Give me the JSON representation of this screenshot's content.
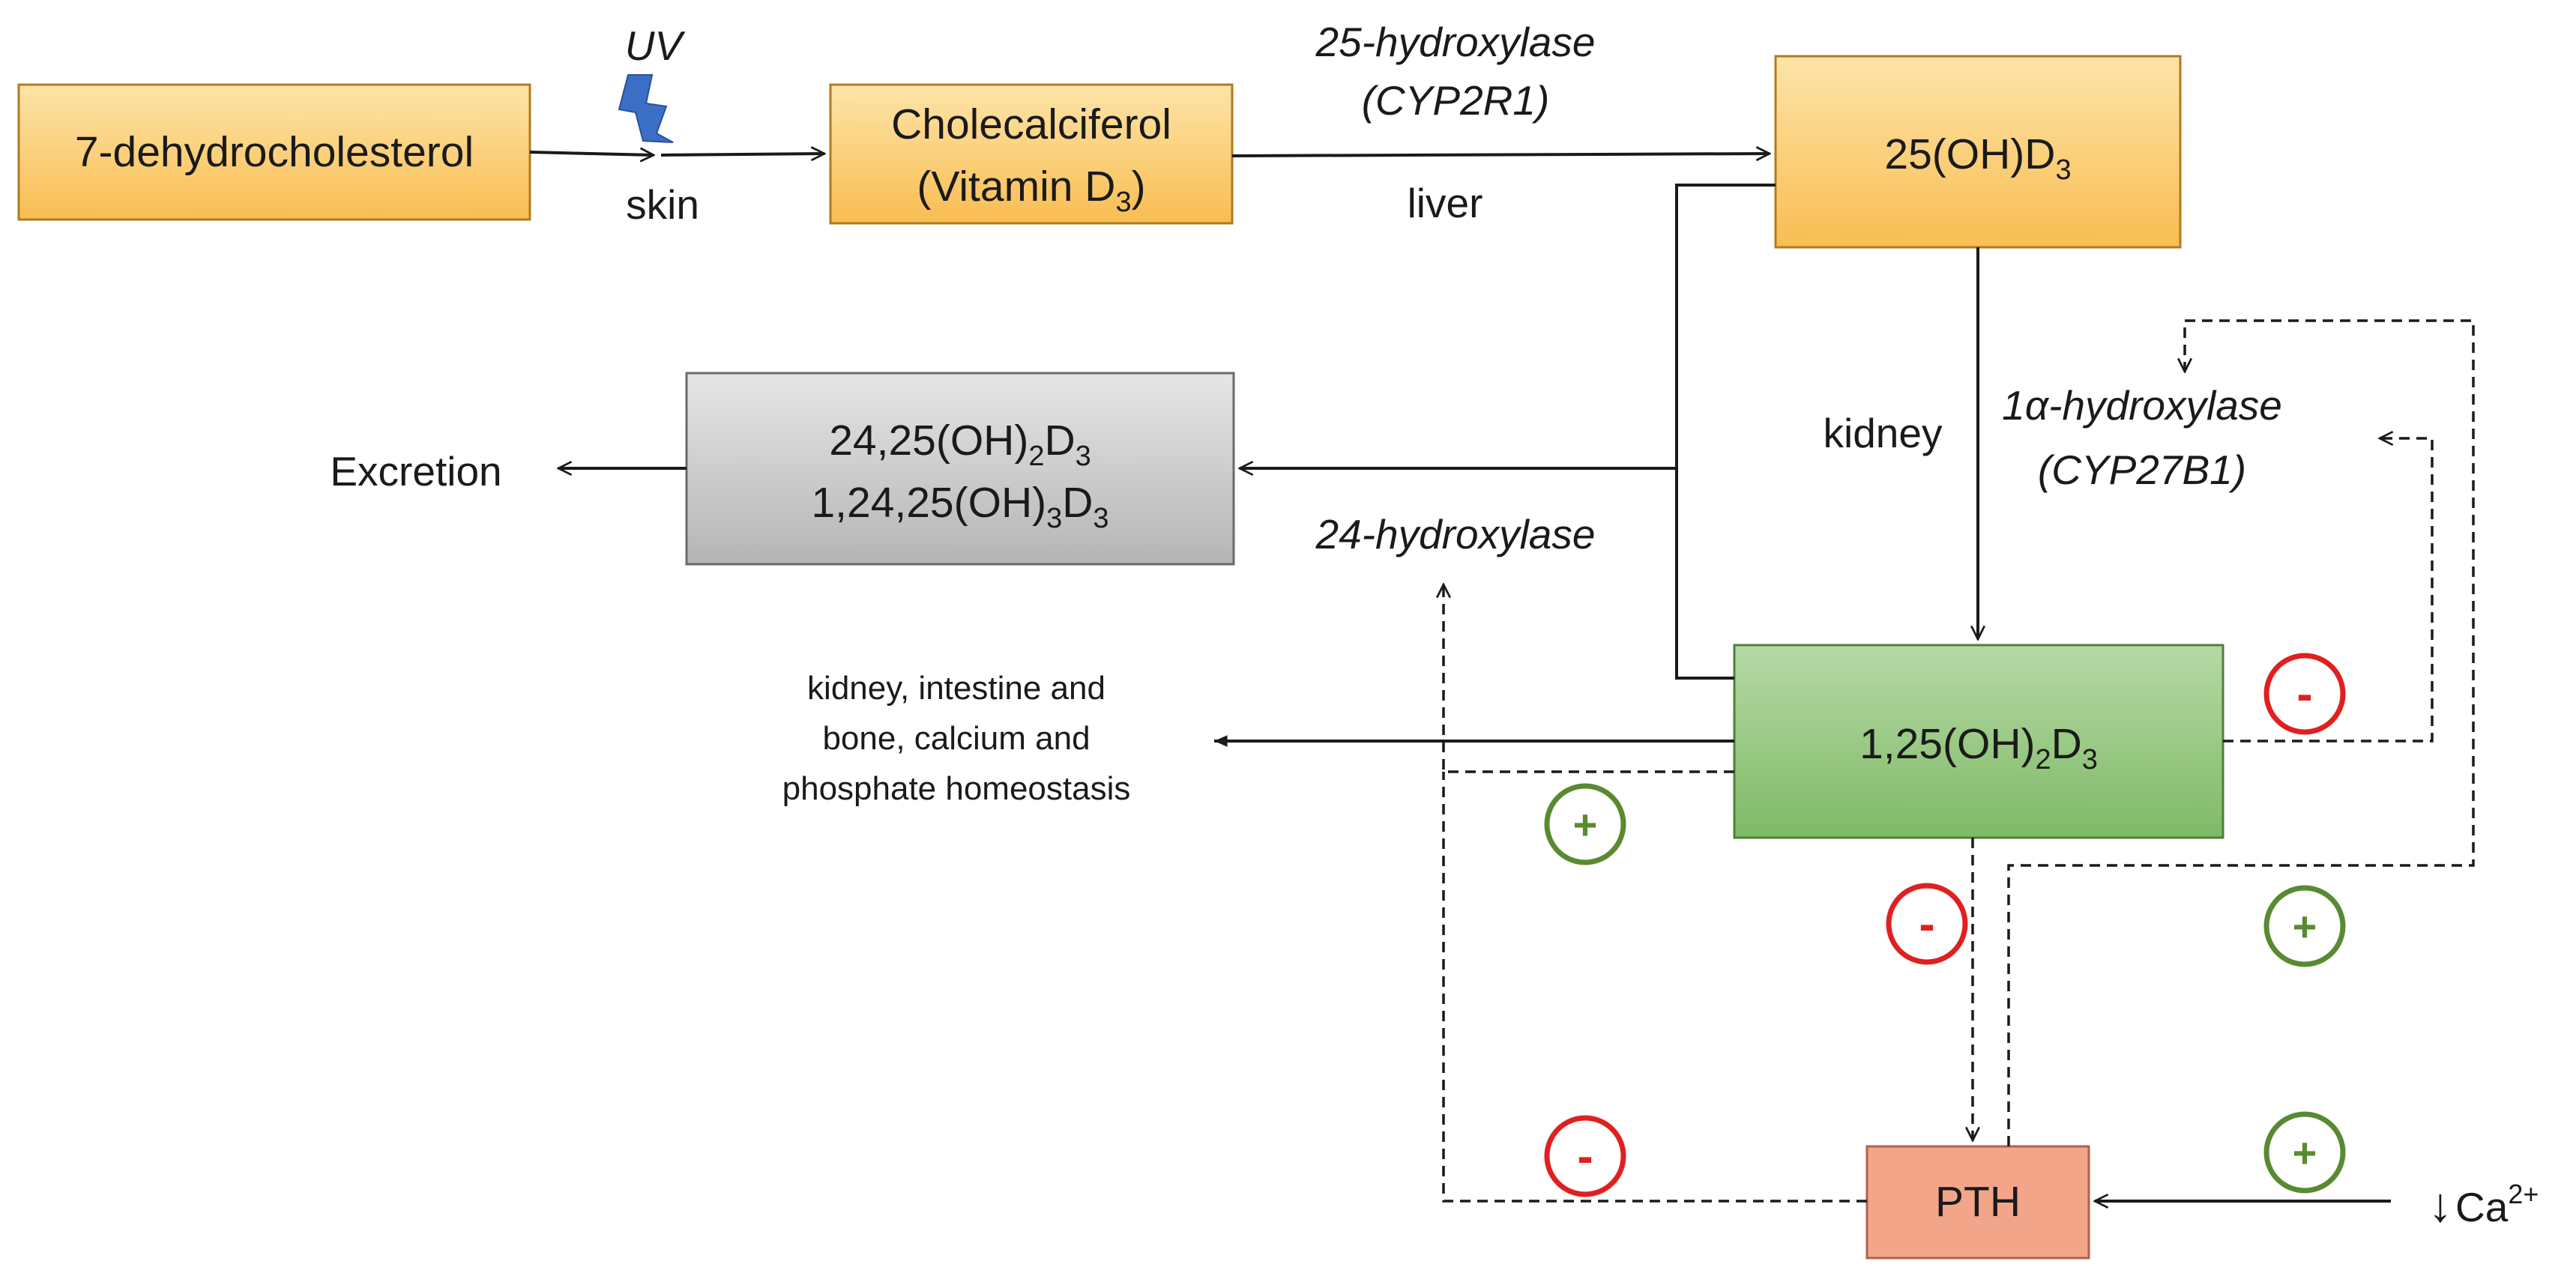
{
  "colors": {
    "orange_top": "#fde4a8",
    "orange_bottom": "#f9bd52",
    "orange_border": "#b07a1e",
    "gray_top": "#e6e6e6",
    "gray_bottom": "#b5b5b5",
    "green_top": "#b6d9a6",
    "green_bottom": "#7fba66",
    "pth_fill": "#f3a58a",
    "inhibit": "#e02020",
    "stimulate": "#5a8a30",
    "uv_bolt": "#3b6fc6"
  },
  "nodes": {
    "precursor": "7-dehydrocholesterol",
    "cholecalciferol_line1": "Cholecalciferol",
    "cholecalciferol_line2_prefix": "(Vitamin D",
    "cholecalciferol_line2_sub": "3",
    "cholecalciferol_line2_suffix": ")",
    "calcidiol_prefix": "25(OH)D",
    "calcidiol_sub": "3",
    "inactive_line1_prefix": "24,25(OH)",
    "inactive_line1_sub1": "2",
    "inactive_line1_mid": "D",
    "inactive_line1_sub2": "3",
    "inactive_line2_prefix": "1,24,25(OH)",
    "inactive_line2_sub1": "3",
    "inactive_line2_mid": "D",
    "inactive_line2_sub2": "3",
    "calcitriol_prefix": "1,25(OH)",
    "calcitriol_sub1": "2",
    "calcitriol_mid": "D",
    "calcitriol_sub2": "3",
    "pth": "PTH"
  },
  "labels": {
    "uv": "UV",
    "skin": "skin",
    "enzyme_25_line1": "25-hydroxylase",
    "enzyme_25_line2": "(CYP2R1)",
    "liver": "liver",
    "kidney": "kidney",
    "enzyme_1a_line1": "1α-hydroxylase",
    "enzyme_1a_line2": "(CYP27B1)",
    "enzyme_24": "24-hydroxylase",
    "excretion": "Excretion",
    "effects_line1": "kidney, intestine and",
    "effects_line2": "bone, calcium and",
    "effects_line3": "phosphate homeostasis",
    "calcium_arrow": "↓",
    "calcium_base": "Ca",
    "calcium_sup": "2+"
  },
  "regulation_marks": {
    "minus": "-",
    "plus": "+"
  }
}
